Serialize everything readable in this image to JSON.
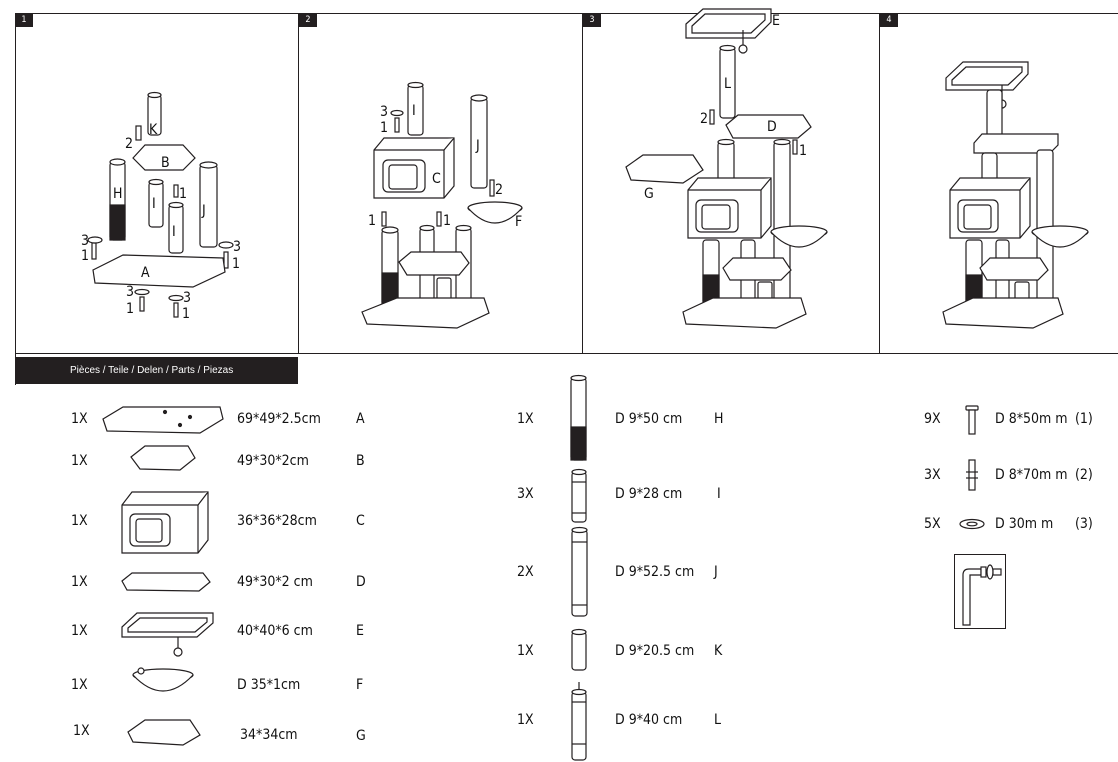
{
  "steps": [
    "1",
    "2",
    "3",
    "4"
  ],
  "parts_header": "Pièces / Teile / Delen / Parts / Piezas",
  "step1_labels": {
    "K": "K",
    "B": "B",
    "H": "H",
    "I1": "I",
    "I2": "I",
    "J": "J",
    "A": "A",
    "n2": "2",
    "n1a": "1",
    "n3a": "3",
    "n1b": "1",
    "n3b": "3",
    "n1c": "1",
    "n3c": "3",
    "n1d": "1",
    "n3d": "3",
    "n1e": "1"
  },
  "step2_labels": {
    "I": "I",
    "J": "J",
    "C": "C",
    "F": "F",
    "n3": "3",
    "n1a": "1",
    "n2": "2",
    "n1b": "1",
    "n1c": "1"
  },
  "step3_labels": {
    "E": "E",
    "L": "L",
    "D": "D",
    "G": "G",
    "n2": "2",
    "n1": "1"
  },
  "panels": [
    {
      "qty": "1X",
      "dim": "69*49*2.5cm",
      "code": "A"
    },
    {
      "qty": "1X",
      "dim": "49*30*2cm",
      "code": "B"
    },
    {
      "qty": "1X",
      "dim": "36*36*28cm",
      "code": "C"
    },
    {
      "qty": "1X",
      "dim": "49*30*2 cm",
      "code": "D"
    },
    {
      "qty": "1X",
      "dim": "40*40*6 cm",
      "code": "E"
    },
    {
      "qty": "1X",
      "dim": "D 35*1cm",
      "code": "F"
    },
    {
      "qty": "1X",
      "dim": "34*34cm",
      "code": "G"
    }
  ],
  "posts": [
    {
      "qty": "1X",
      "dim": "D 9*50 cm",
      "code": "H"
    },
    {
      "qty": "3X",
      "dim": "D 9*28 cm",
      "code": "I"
    },
    {
      "qty": "2X",
      "dim": "D 9*52.5 cm",
      "code": "J"
    },
    {
      "qty": "1X",
      "dim": "D 9*20.5 cm",
      "code": "K"
    },
    {
      "qty": "1X",
      "dim": "D 9*40 cm",
      "code": "L"
    }
  ],
  "hardware": [
    {
      "qty": "9X",
      "dim": "D 8*50m m",
      "code": "(1)",
      "icon": "bolt-50-icon"
    },
    {
      "qty": "3X",
      "dim": "D 8*70m m",
      "code": "(2)",
      "icon": "bolt-70-icon"
    },
    {
      "qty": "5X",
      "dim": "D 30m m",
      "code": "(3)",
      "icon": "washer-icon"
    }
  ]
}
